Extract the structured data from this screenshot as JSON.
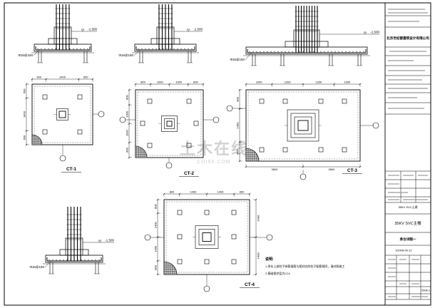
{
  "title_block": {
    "company": "北京世纪都建筑设计有限公司",
    "project": "35KV SVC土建",
    "building": "35KV SVC主楼",
    "drawing_title": "承台详图一",
    "drawing_number": "S2008-09-12",
    "date": "2008.1"
  },
  "pile_caps": {
    "ct1": {
      "label": "CT-1",
      "level": "-1.500",
      "rebar": "Φ16@150",
      "dims_top": [
        "600",
        "1400",
        "600"
      ],
      "dims_left": [
        "600",
        "1400",
        "600"
      ]
    },
    "ct2": {
      "label": "CT-2",
      "level": "-1.500",
      "rebar": "Φ16@150",
      "dims_top": [
        "800",
        "1000",
        "1000",
        "800"
      ],
      "dims_left": [
        "800",
        "1000",
        "1000",
        "800"
      ]
    },
    "ct3": {
      "label": "CT-3",
      "level": "-1.500",
      "rebar": "Φ16@150",
      "dims_top": [
        "1000",
        "1200",
        "1200",
        "1000"
      ],
      "dims_left": [
        "800",
        "1400",
        "800"
      ],
      "dims_bottom": [
        "3600",
        "3600"
      ]
    },
    "ct4": {
      "label": "CT-4",
      "level": "-1.500",
      "rebar": "Φ16@150",
      "dims_top": [
        "800",
        "1400",
        "1400",
        "800"
      ],
      "dims_left": [
        "800",
        "1400",
        "1400",
        "800"
      ],
      "dims_right": [
        "1400",
        "1400"
      ]
    }
  },
  "notes": {
    "heading": "说明:",
    "items": [
      "1.承台上部柱子纵筋插筋与相对应的柱子配筋相同，请对照施工",
      "2.基础保护层为C24"
    ]
  },
  "watermark": {
    "text": "土木在线",
    "site": "COI88.COM"
  },
  "colors": {
    "lines": "#000000",
    "watermark": "#d2d2d2",
    "fine_print": "#9a9a9a"
  }
}
